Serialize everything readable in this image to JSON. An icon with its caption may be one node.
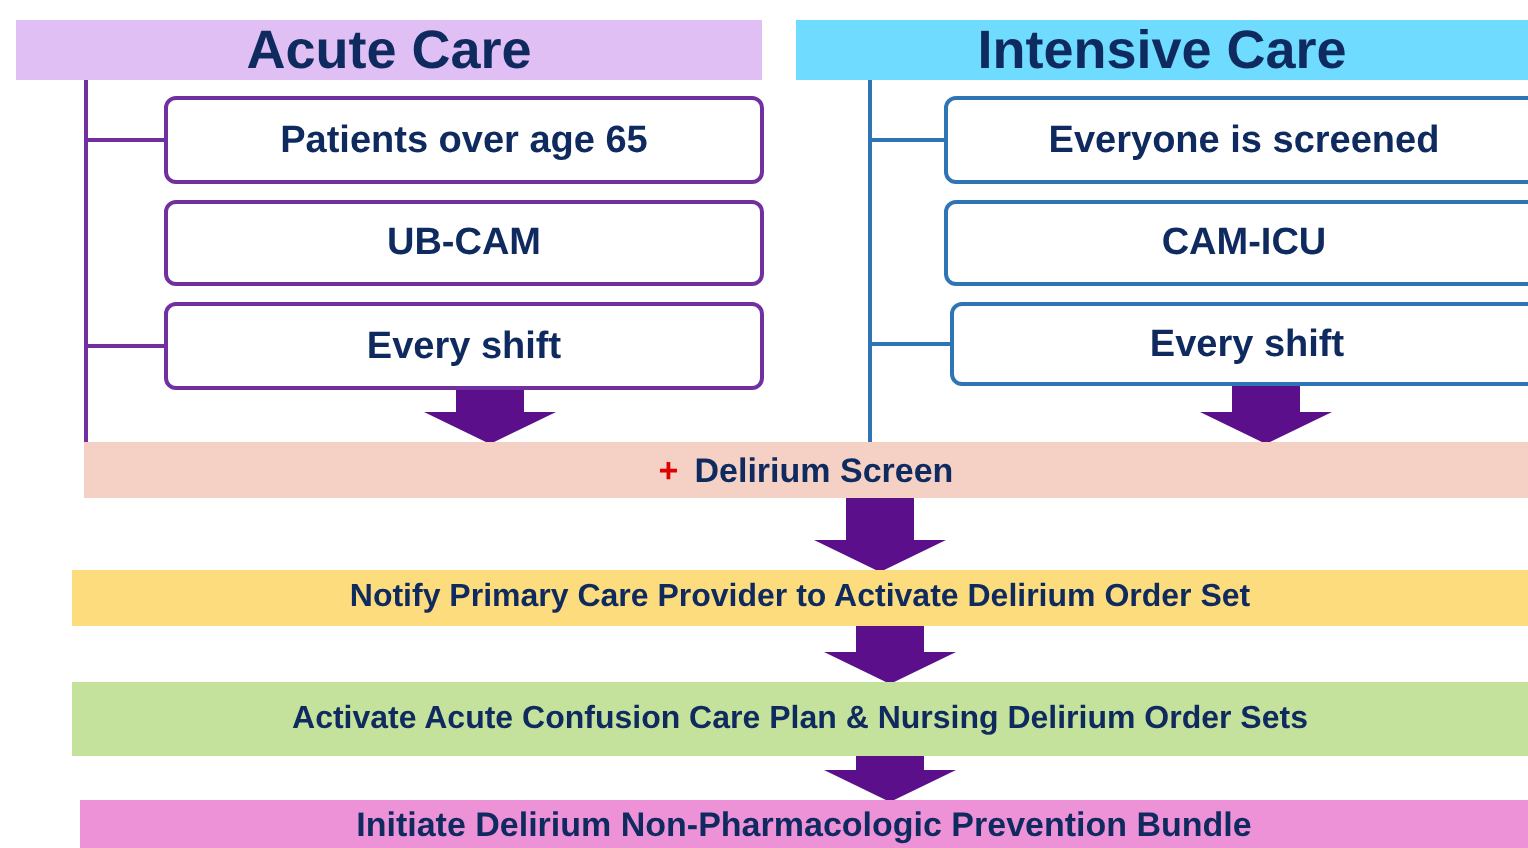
{
  "diagram": {
    "nodes": [
      {
        "text": [
          "Acute Care"
        ]
      },
      {
        "text": [
          "Patients over age 65"
        ]
      },
      {
        "text": [
          "UB-CAM"
        ]
      },
      {
        "text": [
          "Every shift"
        ]
      },
      {
        "text": [
          "Intensive Care"
        ]
      },
      {
        "text": [
          "Everyone is screened"
        ]
      },
      {
        "text": [
          "CAM-ICU"
        ]
      },
      {
        "text": [
          "Every shift"
        ]
      },
      {
        "text": [
          "+",
          "Delirium Screen"
        ]
      },
      {
        "text": [
          "Notify Primary Care Provider to Activate Delirium Order Set"
        ]
      },
      {
        "text": [
          "Activate Acute Confusion Care Plan & Nursing Delirium Order Sets"
        ]
      },
      {
        "text": [
          "Initiate Delirium Non-Pharmacologic Prevention Bundle"
        ]
      }
    ],
    "edges": [
      {
        "from": 0,
        "to": 1,
        "arrow": "none",
        "color": "#7030a0"
      },
      {
        "from": 0,
        "to": 3,
        "arrow": "none",
        "color": "#7030a0"
      },
      {
        "from": 0,
        "to": 8,
        "arrow": "none",
        "color": "#7030a0"
      },
      {
        "from": 4,
        "to": 5,
        "arrow": "none",
        "color": "#2e75b6"
      },
      {
        "from": 4,
        "to": 7,
        "arrow": "none",
        "color": "#2e75b6"
      },
      {
        "from": 4,
        "to": 8,
        "arrow": "none",
        "color": "#2e75b6"
      },
      {
        "from": 3,
        "to": 8,
        "arrow": "to",
        "style": "thick"
      },
      {
        "from": 7,
        "to": 8,
        "arrow": "to",
        "style": "thick"
      },
      {
        "from": 8,
        "to": 9,
        "arrow": "to",
        "style": "thick"
      },
      {
        "from": 9,
        "to": 10,
        "arrow": "to",
        "style": "thick"
      },
      {
        "from": 10,
        "to": 11,
        "arrow": "to",
        "style": "thick"
      }
    ]
  }
}
